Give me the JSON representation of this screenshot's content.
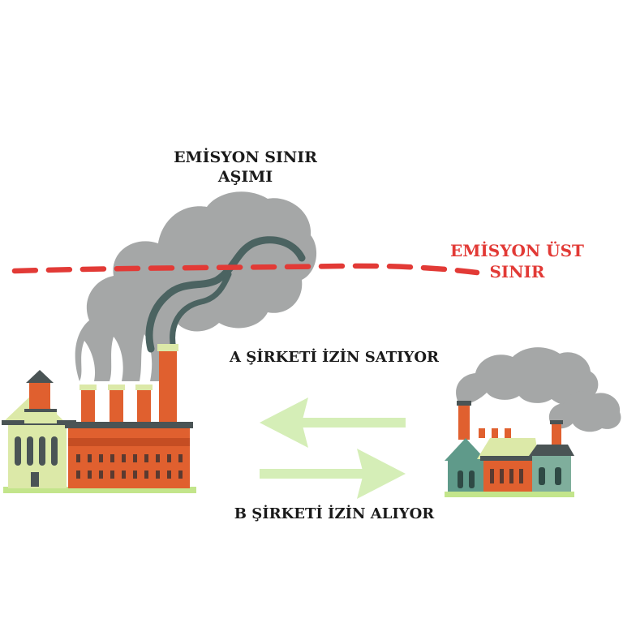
{
  "labels": {
    "emission_exceed_line1": "EMİSYON SINIR",
    "emission_exceed_line2": "AŞIMI",
    "emission_limit_line1": "EMİSYON ÜST",
    "emission_limit_line2": "SINIR",
    "company_a_sells": "A ŞİRKETİ İZİN SATIYOR",
    "company_b_buys": "B ŞİRKETİ İZİN ALIYOR"
  },
  "colors": {
    "limit_line": "#e23a36",
    "smoke": "#a5a7a7",
    "smoke_dark": "#4b6361",
    "arrow": "#d5eeb7",
    "brick": "#e0602f",
    "wall_light": "#dce9a8",
    "wall_teal": "#5f9a8a",
    "roof_dark": "#4a5455",
    "ground": "#c3e58b"
  }
}
